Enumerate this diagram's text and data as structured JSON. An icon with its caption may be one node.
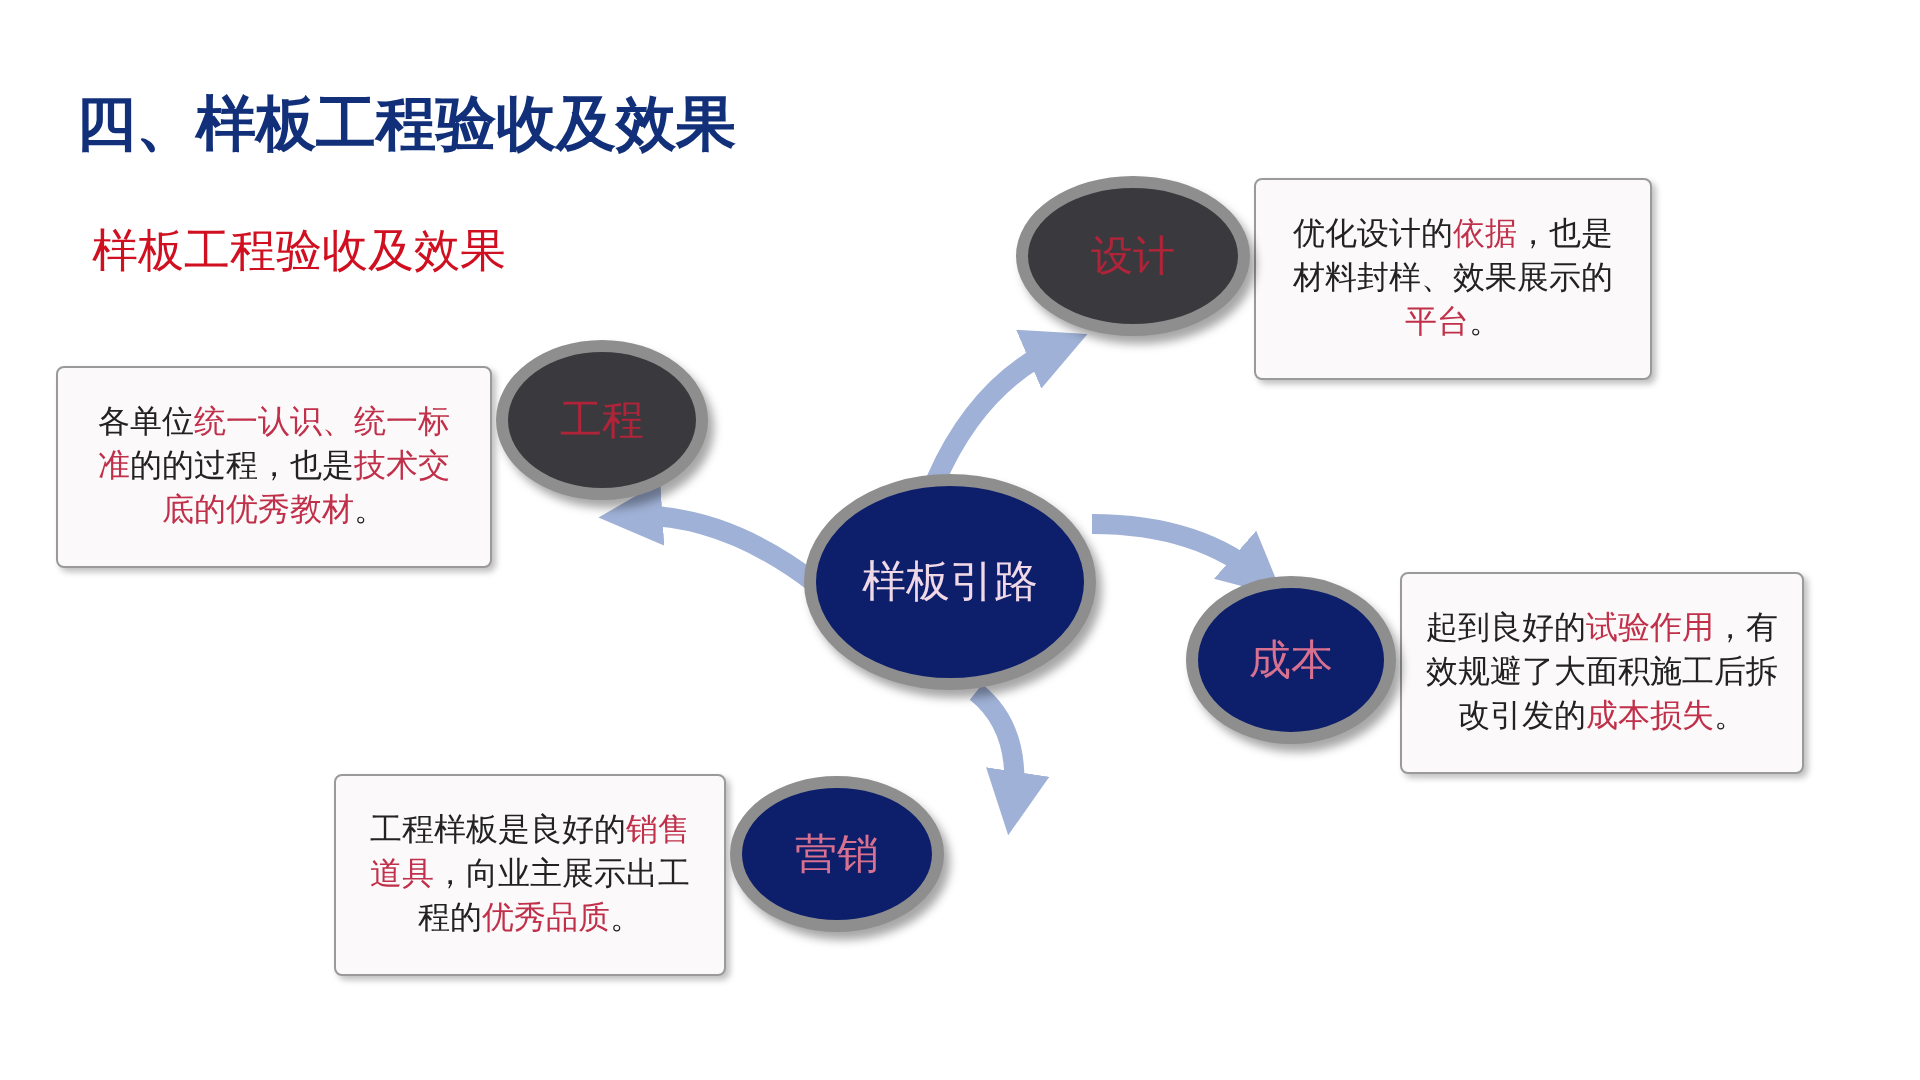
{
  "diagram": {
    "title": "四、样板工程验收及效果",
    "nodes": [
      {
        "text": [
          "样板引路"
        ]
      },
      {
        "text": [
          "工程"
        ]
      },
      {
        "text": [
          "各单位**统一认识、统一标准**的的过程，也是**技术交底的优秀教材**。"
        ]
      },
      {
        "text": [
          "设计"
        ]
      },
      {
        "text": [
          "优化设计的**依据**，也是材料封样、效果展示的**平台**。"
        ]
      },
      {
        "text": [
          "成本"
        ]
      },
      {
        "text": [
          "起到良好的**试验作用**，有效规避了大面积施工后拆改引发的**成本损失**。"
        ]
      },
      {
        "text": [
          "营销"
        ]
      },
      {
        "text": [
          "工程样板是良好的**销售道具**，向业主展示出工程的**优秀品质**。"
        ]
      }
    ],
    "edges": [
      {
        "from": 0,
        "to": 1,
        "arrow": "to"
      },
      {
        "from": 0,
        "to": 3,
        "arrow": "to"
      },
      {
        "from": 0,
        "to": 5,
        "arrow": "to"
      },
      {
        "from": 0,
        "to": 7,
        "arrow": "to"
      }
    ],
    "labels": [
      "样板工程验收及效果"
    ]
  }
}
